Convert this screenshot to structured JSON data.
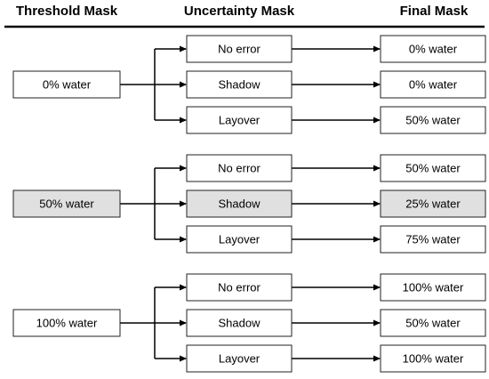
{
  "headers": {
    "threshold": "Threshold Mask",
    "uncertainty": "Uncertainty Mask",
    "final": "Final Mask"
  },
  "colors": {
    "highlight_fill": "#e0e0e0",
    "box_fill": "#ffffff",
    "stroke": "#000000"
  },
  "groups": [
    {
      "threshold": "0% water",
      "highlighted": false,
      "rows": [
        {
          "uncertainty": "No error",
          "final": "0% water"
        },
        {
          "uncertainty": "Shadow",
          "final": "0% water"
        },
        {
          "uncertainty": "Layover",
          "final": "50% water"
        }
      ]
    },
    {
      "threshold": "50% water",
      "highlighted": true,
      "rows": [
        {
          "uncertainty": "No error",
          "final": "50% water"
        },
        {
          "uncertainty": "Shadow",
          "final": "25% water"
        },
        {
          "uncertainty": "Layover",
          "final": "75% water"
        }
      ]
    },
    {
      "threshold": "100% water",
      "highlighted": false,
      "rows": [
        {
          "uncertainty": "No error",
          "final": "100% water"
        },
        {
          "uncertainty": "Shadow",
          "final": "50% water"
        },
        {
          "uncertainty": "Layover",
          "final": "100% water"
        }
      ]
    }
  ]
}
